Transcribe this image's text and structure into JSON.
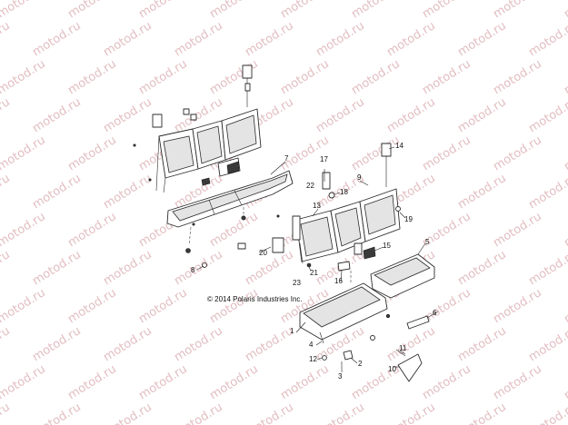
{
  "watermark": "motod.ru",
  "copyright": "© 2014 Polaris Industries Inc.",
  "callouts": [
    "1",
    "2",
    "3",
    "4",
    "5",
    "6",
    "7",
    "8",
    "9",
    "10",
    "11",
    "12",
    "13",
    "14",
    "15",
    "16",
    "17",
    "18",
    "19",
    "20",
    "21",
    "22",
    "23"
  ]
}
